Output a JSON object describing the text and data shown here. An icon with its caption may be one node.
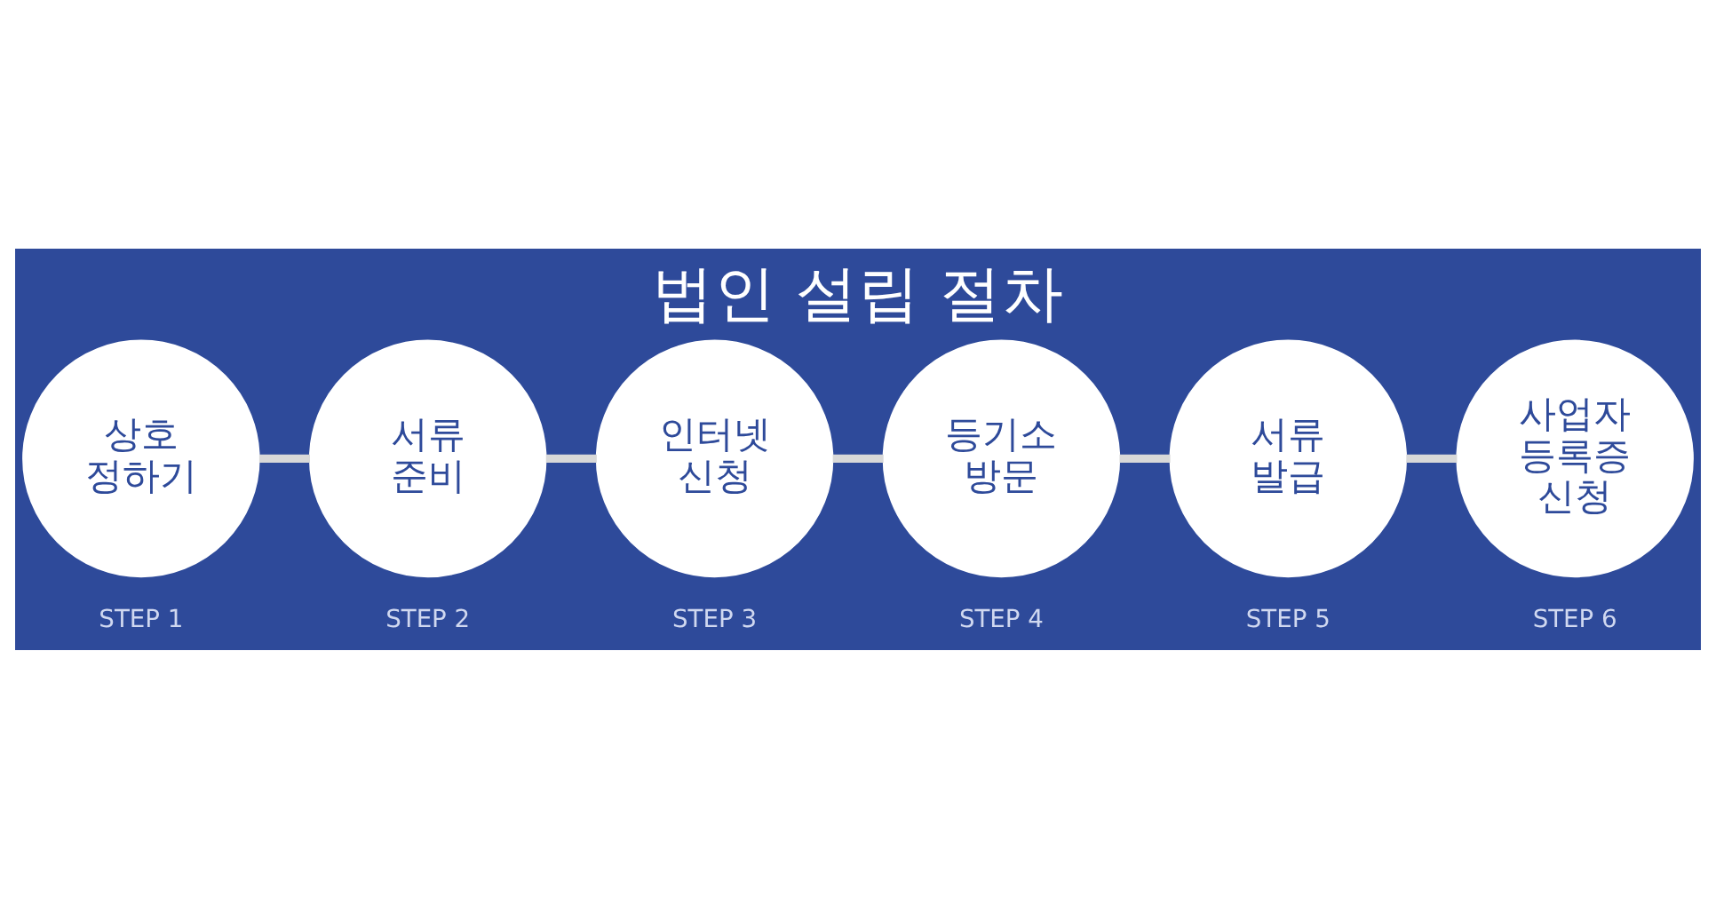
{
  "diagram": {
    "title": "법인 설립 절차",
    "nodes": [
      {
        "text": [
          "상호 정하기"
        ],
        "beside": [
          "STEP 1"
        ]
      },
      {
        "text": [
          "서류 준비"
        ],
        "beside": [
          "STEP 2"
        ]
      },
      {
        "text": [
          "인터넷 신청"
        ],
        "beside": [
          "STEP 3"
        ]
      },
      {
        "text": [
          "등기소 방문"
        ],
        "beside": [
          "STEP 4"
        ]
      },
      {
        "text": [
          "서류 발급"
        ],
        "beside": [
          "STEP 5"
        ]
      },
      {
        "text": [
          "사업자 등록증 신청"
        ],
        "beside": [
          "STEP 6"
        ]
      }
    ],
    "edges": [
      {
        "from": 0,
        "to": 1,
        "arrow": "none"
      },
      {
        "from": 1,
        "to": 2,
        "arrow": "none"
      },
      {
        "from": 2,
        "to": 3,
        "arrow": "none"
      },
      {
        "from": 3,
        "to": 4,
        "arrow": "none"
      },
      {
        "from": 4,
        "to": 5,
        "arrow": "none"
      }
    ]
  }
}
